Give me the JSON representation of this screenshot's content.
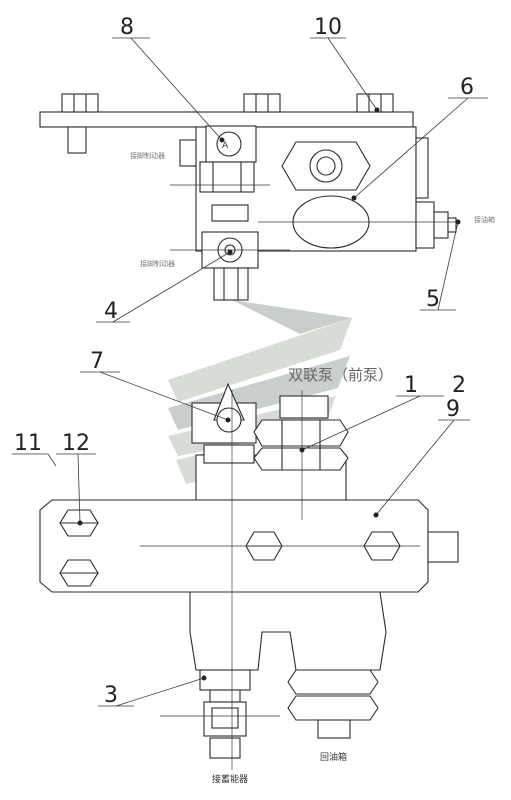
{
  "callouts": {
    "n1": "1",
    "n2": "2",
    "n3": "3",
    "n4": "4",
    "n5": "5",
    "n6": "6",
    "n7": "7",
    "n8": "8",
    "n9": "9",
    "n10": "10",
    "n11": "11",
    "n12": "12"
  },
  "labels": {
    "port_a_letter": "A",
    "brake_upper": "接脚制动器",
    "brake_lower": "接脚制动器",
    "oil_tank_top": "接油箱",
    "dual_pump": "双联泵（前泵）",
    "accumulator": "接蓄能器",
    "return_tank": "回油箱"
  }
}
